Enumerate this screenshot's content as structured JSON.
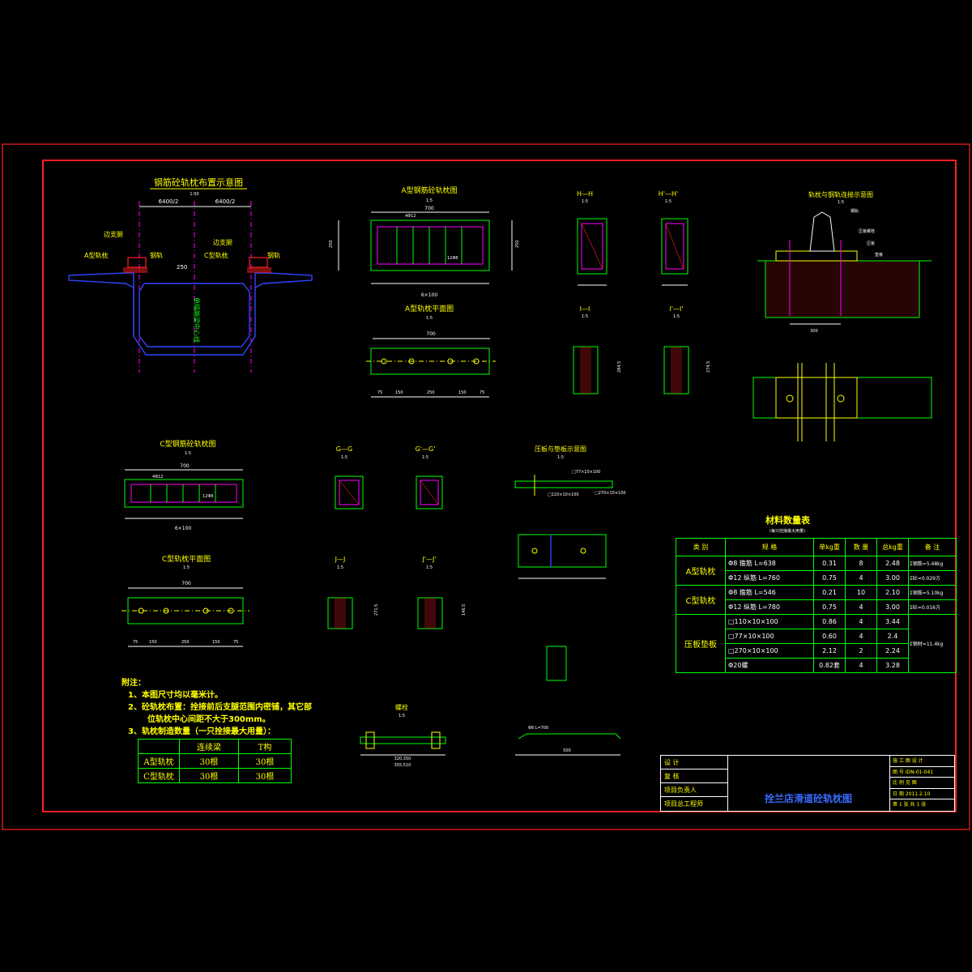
{
  "title_block": {
    "rows_left": [
      "设 计",
      "复 核",
      "项目负责人",
      "项目总工程师"
    ],
    "drawing_title": "拴兰店滑道砼轨枕图",
    "right_rows": [
      "施 工 图 设 计",
      "图 号 IDN-01-041",
      "比 例 见 图",
      "日 期 2011.2.10",
      "第 1 张 共 1 张"
    ]
  },
  "views": {
    "layout": {
      "title": "钢筋砼轨枕布置示意图",
      "scale": "1:50",
      "dim_left": "6400/2",
      "dim_right": "6400/2",
      "label_a_support": "边支腿",
      "label_c_support": "边支腿",
      "label_a": "A型轨枕",
      "label_c": "C型轨枕",
      "label_rail": "钢轨",
      "label_rail2": "钢轨",
      "center_text": "单幅箱梁中心线",
      "hline_label": "250"
    },
    "a_rebar": {
      "title": "A型钢筋砼轨枕图",
      "scale": "1:5",
      "top_dim": "700",
      "bottom": "6×100",
      "left_dim": "250",
      "right_dim": "250",
      "rebar_a": "4Φ12",
      "rebar_b": "12Φ8"
    },
    "a_plan": {
      "title": "A型轨枕平面图",
      "scale": "1:5",
      "top_dim": "700",
      "dims": [
        "75",
        "150",
        "250",
        "150",
        "75"
      ]
    },
    "section_h": {
      "title": "H—H",
      "scale": "1:5"
    },
    "section_h2": {
      "title": "H'—H'",
      "scale": "1:5"
    },
    "section_i": {
      "title": "I—I",
      "scale": "1:5",
      "dim": "284.5"
    },
    "section_i2": {
      "title": "I'—I'",
      "scale": "1:5",
      "dim": "274.5"
    },
    "connection": {
      "title": "轨枕与钢轨连接示意图",
      "scale": "1:5",
      "label1": "钢轨",
      "label2": "压板螺栓",
      "label3": "压板",
      "label4": "垫板",
      "bottom_dim": "300"
    },
    "c_rebar": {
      "title": "C型钢筋砼轨枕图",
      "scale": "1:5",
      "top_dim": "700",
      "bottom": "6×100",
      "rebar_a": "4Φ12",
      "rebar_b": "12Φ8"
    },
    "c_plan": {
      "title": "C型轨枕平面图",
      "scale": "1:5",
      "top_dim": "700",
      "dims": [
        "75",
        "150",
        "250",
        "150",
        "75"
      ]
    },
    "section_g": {
      "title": "G—G",
      "scale": "1:5"
    },
    "section_g2": {
      "title": "G'—G'",
      "scale": "1:5"
    },
    "section_j": {
      "title": "J—J",
      "scale": "1:5",
      "dim": "271.5"
    },
    "section_j2": {
      "title": "J'—J'",
      "scale": "1:5",
      "dim": "146.5"
    },
    "plate": {
      "title": "压板与垫板示意图",
      "scale": "1:5",
      "p1": "□77×10×100",
      "p2": "□110×10×100",
      "p3": "□270×10×100"
    },
    "bolt": {
      "title": "螺栓",
      "scale": "1:5",
      "d1": "320,350",
      "d2": "355,510"
    },
    "hook": {
      "label": "Φ8 L=700",
      "dim": "500"
    }
  },
  "notes": {
    "heading": "附注：",
    "lines": [
      "1、本图尺寸均以毫米计。",
      "2、砼轨枕布置：拴接前后支腿范围内密铺，其它部",
      "位轨枕中心间距不大于300mm。",
      "3、轨枕制造数量（一只拴接最大用量）："
    ]
  },
  "count_table": {
    "headers": [
      "",
      "连续梁",
      "T构"
    ],
    "rows": [
      [
        "A型轨枕",
        "30根",
        "30根"
      ],
      [
        "C型轨枕",
        "30根",
        "30根"
      ]
    ]
  },
  "material_table": {
    "title": "材料数量表",
    "subtitle": "(每只拴接最大用量)",
    "headers": [
      "类 别",
      "规 格",
      "单kg重",
      "数 量",
      "总kg重",
      "备 注"
    ],
    "rows": [
      {
        "cat": "A型轨枕",
        "spec": "Φ8 箍筋 L=638",
        "unit": "0.31",
        "qty": "8",
        "total": "2.48",
        "note": "Σ钢筋=5.48kg"
      },
      {
        "cat": "",
        "spec": "Φ12 纵筋 L=760",
        "unit": "0.75",
        "qty": "4",
        "total": "3.00",
        "note": "Σ砼=0.029方"
      },
      {
        "cat": "C型轨枕",
        "spec": "Φ8 箍筋 L=546",
        "unit": "0.21",
        "qty": "10",
        "total": "2.10",
        "note": "Σ钢筋=5.10kg"
      },
      {
        "cat": "",
        "spec": "Φ12 纵筋 L=780",
        "unit": "0.75",
        "qty": "4",
        "total": "3.00",
        "note": "Σ砼=0.016方"
      },
      {
        "cat": "压板垫板",
        "spec": "□110×10×100",
        "unit": "0.86",
        "qty": "4",
        "total": "3.44",
        "note": ""
      },
      {
        "cat": "",
        "spec": "□77×10×100",
        "unit": "0.60",
        "qty": "4",
        "total": "2.4",
        "note": "Σ钢材=11.4kg"
      },
      {
        "cat": "",
        "spec": "□270×10×100",
        "unit": "2.12",
        "qty": "2",
        "total": "2.24",
        "note": ""
      },
      {
        "cat": "",
        "spec": "Φ20螺",
        "unit": "0.82套",
        "qty": "4",
        "total": "3.28",
        "note": ""
      }
    ]
  }
}
